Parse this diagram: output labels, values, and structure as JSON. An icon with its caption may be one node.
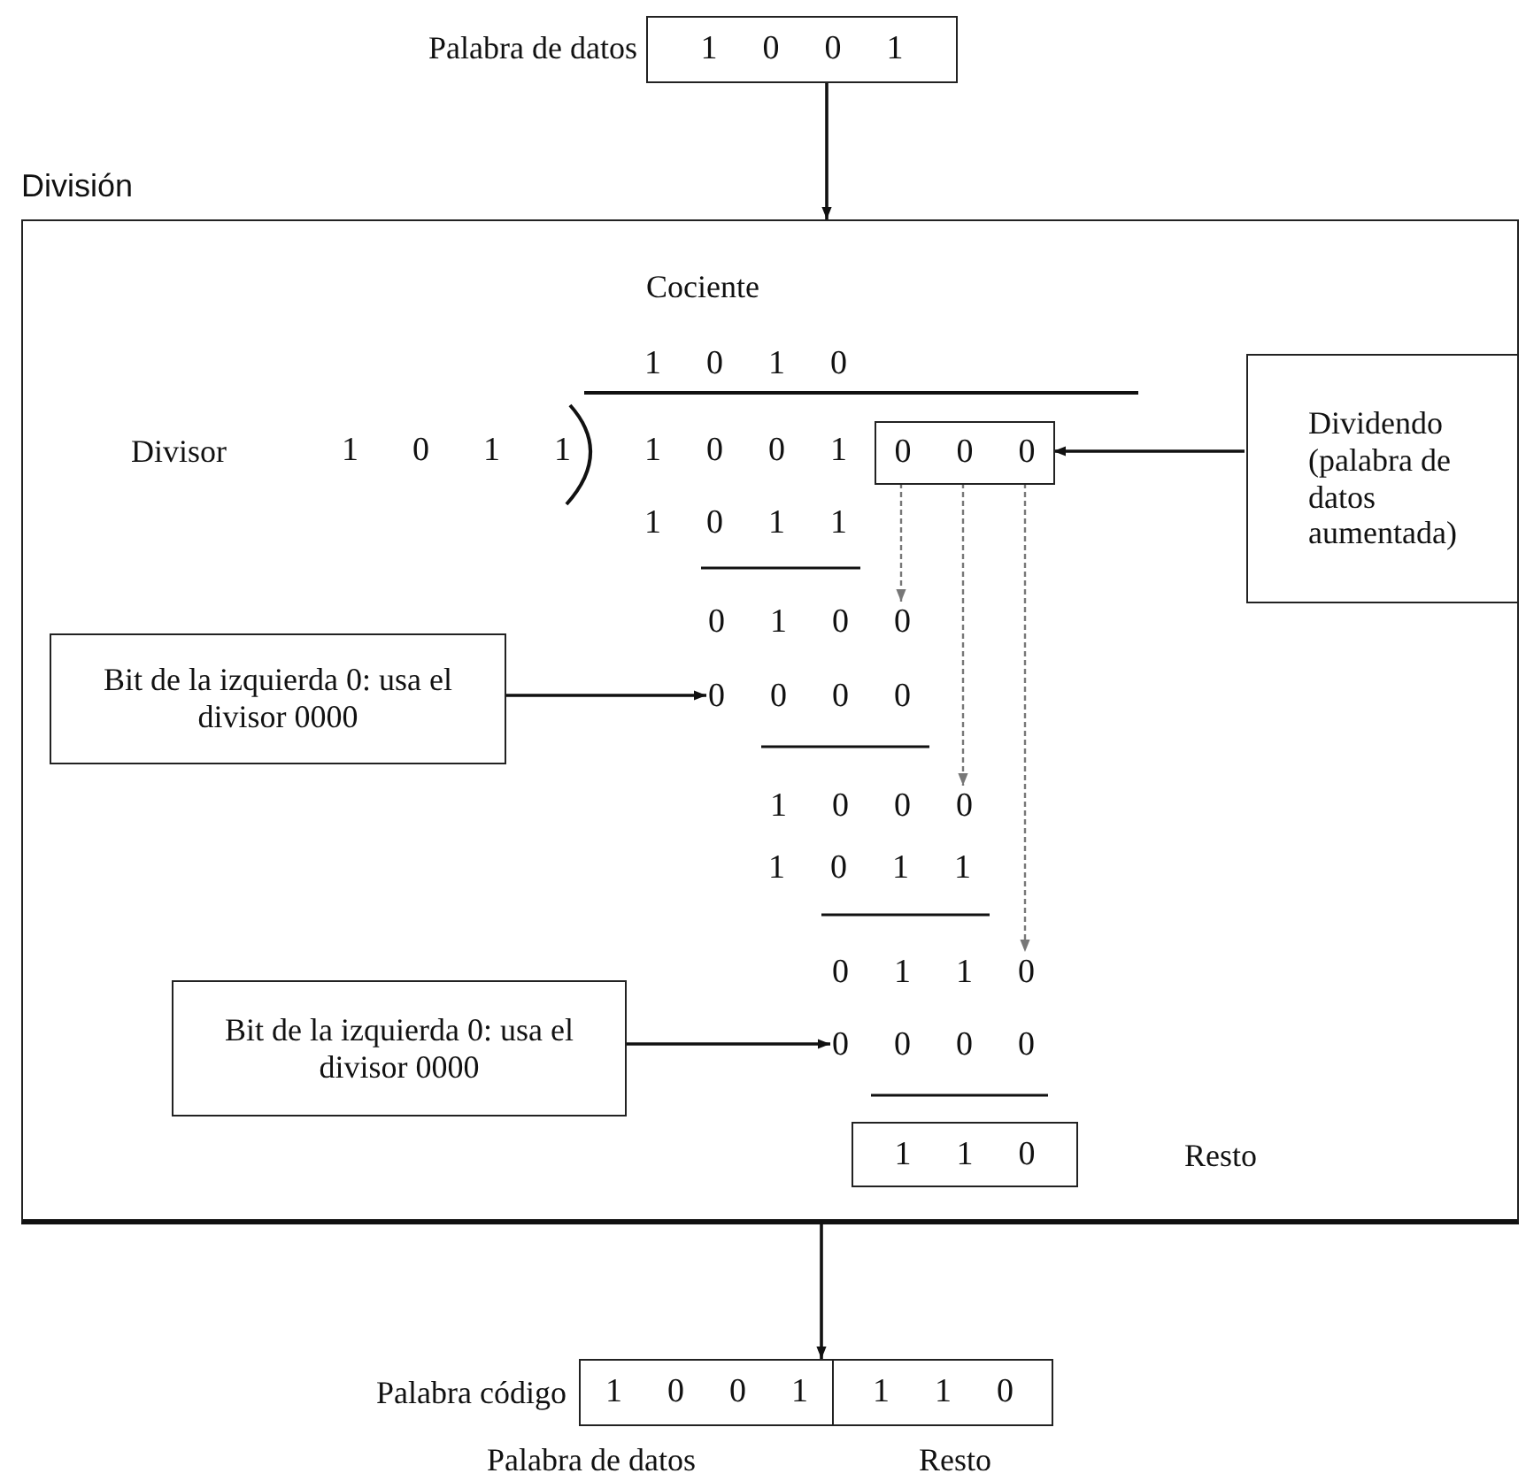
{
  "diagram": {
    "nodes": [
      {
        "text": [
          "1 0 0 1"
        ],
        "beside": [
          "Palabra de datos"
        ]
      },
      {
        "text": [
          "División"
        ]
      },
      {
        "text": [
          "0 0 0"
        ],
        "in": 1
      },
      {
        "text": [
          "Dividendo (palabra de datos aumentada)"
        ],
        "in": 1
      },
      {
        "text": [
          "Bit de la izquierda 0: usa el divisor 0000"
        ],
        "in": 1
      },
      {
        "text": [
          "Bit de la izquierda 0: usa el divisor 0000"
        ],
        "in": 1
      },
      {
        "text": [
          "1 1 0"
        ],
        "in": 1,
        "beside": [
          "Resto"
        ]
      },
      {
        "text": [
          "1 0 0 1",
          "1 1 0"
        ],
        "beside": [
          "Palabra código"
        ]
      },
      {
        "text": [
          "0 1 0 0"
        ],
        "in": 1
      },
      {
        "text": [
          "0 0 0 0"
        ],
        "in": 1
      },
      {
        "text": [
          "1 0 0 0"
        ],
        "in": 1
      },
      {
        "text": [
          "0 1 1 0"
        ],
        "in": 1
      },
      {
        "text": [
          "0 0 0 0"
        ],
        "in": 1
      }
    ],
    "edges": [
      {
        "from": 0,
        "to": 1,
        "arrow": "to"
      },
      {
        "from": 3,
        "to": 2,
        "arrow": "to"
      },
      {
        "from": 4,
        "to": 9,
        "arrow": "to"
      },
      {
        "from": 5,
        "to": 12,
        "arrow": "to"
      },
      {
        "from": 2,
        "to": 8,
        "arrow": "to",
        "style": "dashed",
        "color": "#777777"
      },
      {
        "from": 2,
        "to": 10,
        "arrow": "to",
        "style": "dashed",
        "color": "#777777"
      },
      {
        "from": 2,
        "to": 11,
        "arrow": "to",
        "style": "dashed",
        "color": "#777777"
      },
      {
        "from": 1,
        "to": 7,
        "arrow": "to"
      }
    ],
    "labels": [
      "Cociente",
      "1 0 1 0",
      "Divisor",
      "1 0 1 1",
      "1 0 0 1",
      "1 0 1 1",
      "1 0 1 1",
      "Palabra de datos",
      "Resto"
    ]
  }
}
